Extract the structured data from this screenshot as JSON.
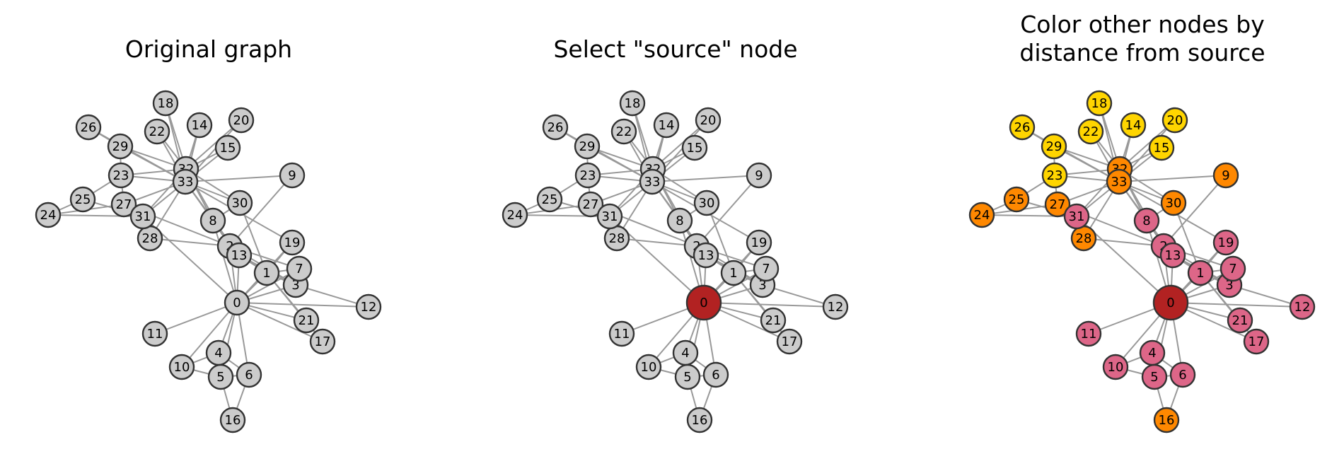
{
  "panels": [
    {
      "title_lines": [
        "Original graph"
      ],
      "mode": "plain"
    },
    {
      "title_lines": [
        "Select \"source\" node"
      ],
      "mode": "source"
    },
    {
      "title_lines": [
        "Color other nodes by",
        "distance from source"
      ],
      "mode": "distance"
    }
  ],
  "graph": {
    "source": 0,
    "nodes": [
      {
        "id": 0,
        "label": "0"
      },
      {
        "id": 1,
        "label": "1"
      },
      {
        "id": 2,
        "label": "2"
      },
      {
        "id": 3,
        "label": "3"
      },
      {
        "id": 4,
        "label": "4"
      },
      {
        "id": 5,
        "label": "5"
      },
      {
        "id": 6,
        "label": "6"
      },
      {
        "id": 7,
        "label": "7"
      },
      {
        "id": 8,
        "label": "8"
      },
      {
        "id": 9,
        "label": "9"
      },
      {
        "id": 10,
        "label": "10"
      },
      {
        "id": 11,
        "label": "11"
      },
      {
        "id": 12,
        "label": "12"
      },
      {
        "id": 13,
        "label": "13"
      },
      {
        "id": 14,
        "label": "14"
      },
      {
        "id": 15,
        "label": "15"
      },
      {
        "id": 16,
        "label": "16"
      },
      {
        "id": 17,
        "label": "17"
      },
      {
        "id": 18,
        "label": "18"
      },
      {
        "id": 19,
        "label": "19"
      },
      {
        "id": 20,
        "label": "20"
      },
      {
        "id": 21,
        "label": "21"
      },
      {
        "id": 22,
        "label": "22"
      },
      {
        "id": 23,
        "label": "23"
      },
      {
        "id": 24,
        "label": "24"
      },
      {
        "id": 25,
        "label": "25"
      },
      {
        "id": 26,
        "label": "26"
      },
      {
        "id": 27,
        "label": "27"
      },
      {
        "id": 28,
        "label": "28"
      },
      {
        "id": 29,
        "label": "29"
      },
      {
        "id": 30,
        "label": "30"
      },
      {
        "id": 31,
        "label": "31"
      },
      {
        "id": 32,
        "label": "32"
      },
      {
        "id": 33,
        "label": "33"
      }
    ],
    "edges": [
      [
        0,
        1
      ],
      [
        0,
        2
      ],
      [
        0,
        3
      ],
      [
        0,
        4
      ],
      [
        0,
        5
      ],
      [
        0,
        6
      ],
      [
        0,
        7
      ],
      [
        0,
        8
      ],
      [
        0,
        10
      ],
      [
        0,
        11
      ],
      [
        0,
        12
      ],
      [
        0,
        13
      ],
      [
        0,
        17
      ],
      [
        0,
        19
      ],
      [
        0,
        21
      ],
      [
        0,
        31
      ],
      [
        1,
        2
      ],
      [
        1,
        3
      ],
      [
        1,
        7
      ],
      [
        1,
        13
      ],
      [
        1,
        17
      ],
      [
        1,
        19
      ],
      [
        1,
        21
      ],
      [
        1,
        30
      ],
      [
        2,
        3
      ],
      [
        2,
        7
      ],
      [
        2,
        8
      ],
      [
        2,
        9
      ],
      [
        2,
        13
      ],
      [
        2,
        27
      ],
      [
        2,
        28
      ],
      [
        2,
        32
      ],
      [
        3,
        7
      ],
      [
        3,
        12
      ],
      [
        3,
        13
      ],
      [
        4,
        6
      ],
      [
        4,
        10
      ],
      [
        5,
        6
      ],
      [
        5,
        10
      ],
      [
        5,
        16
      ],
      [
        6,
        16
      ],
      [
        8,
        30
      ],
      [
        8,
        32
      ],
      [
        8,
        33
      ],
      [
        9,
        33
      ],
      [
        13,
        33
      ],
      [
        14,
        32
      ],
      [
        14,
        33
      ],
      [
        15,
        32
      ],
      [
        15,
        33
      ],
      [
        18,
        32
      ],
      [
        18,
        33
      ],
      [
        19,
        33
      ],
      [
        20,
        32
      ],
      [
        20,
        33
      ],
      [
        22,
        32
      ],
      [
        22,
        33
      ],
      [
        23,
        25
      ],
      [
        23,
        27
      ],
      [
        23,
        29
      ],
      [
        23,
        32
      ],
      [
        23,
        33
      ],
      [
        24,
        25
      ],
      [
        24,
        27
      ],
      [
        24,
        31
      ],
      [
        25,
        31
      ],
      [
        26,
        29
      ],
      [
        26,
        33
      ],
      [
        27,
        33
      ],
      [
        28,
        31
      ],
      [
        28,
        33
      ],
      [
        29,
        32
      ],
      [
        29,
        33
      ],
      [
        30,
        32
      ],
      [
        30,
        33
      ],
      [
        31,
        32
      ],
      [
        31,
        33
      ],
      [
        32,
        33
      ]
    ],
    "distances": [
      0,
      1,
      1,
      1,
      1,
      1,
      1,
      1,
      1,
      2,
      1,
      1,
      1,
      1,
      3,
      3,
      2,
      1,
      3,
      1,
      3,
      1,
      3,
      3,
      2,
      2,
      3,
      2,
      2,
      3,
      2,
      1,
      2,
      2
    ],
    "colors": {
      "plain_fill": "#cccccc",
      "source_fill": "#b22222",
      "edge": "#999999",
      "node_stroke": "#333333",
      "distance_fills": {
        "0": "#b22222",
        "1": "#dd6688",
        "2": "#ff8800",
        "3": "#ffd500"
      }
    }
  }
}
